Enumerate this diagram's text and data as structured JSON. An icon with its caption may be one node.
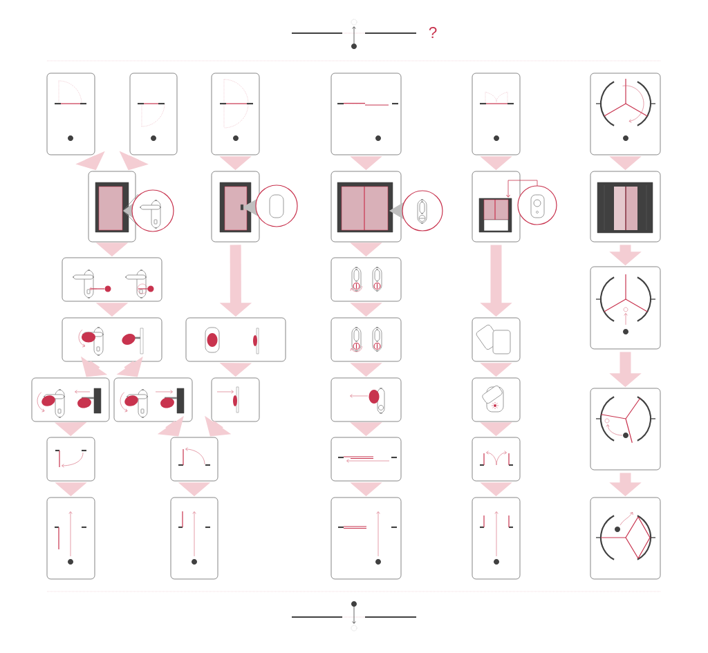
{
  "diagram": {
    "nodes": [
      {
        "text": [],
        "shape": "box"
      },
      {
        "text": [],
        "shape": "box"
      },
      {
        "text": [],
        "shape": "box"
      },
      {
        "text": [],
        "shape": "box"
      },
      {
        "text": [],
        "shape": "box"
      },
      {
        "text": [],
        "shape": "box"
      },
      {
        "text": [],
        "shape": "box"
      },
      {
        "text": [],
        "shape": "box"
      },
      {
        "text": [],
        "shape": "box"
      },
      {
        "text": [],
        "shape": "box"
      },
      {
        "text": [],
        "shape": "box"
      },
      {
        "text": [],
        "shape": "box"
      },
      {
        "text": [],
        "shape": "box"
      },
      {
        "text": [],
        "shape": "box"
      },
      {
        "text": [],
        "shape": "box"
      },
      {
        "text": [],
        "shape": "box"
      },
      {
        "text": [],
        "shape": "box"
      },
      {
        "text": [],
        "shape": "box"
      },
      {
        "text": [],
        "shape": "box"
      },
      {
        "text": [],
        "shape": "box"
      },
      {
        "text": [],
        "shape": "box"
      },
      {
        "text": [],
        "shape": "box"
      },
      {
        "text": [],
        "shape": "box"
      },
      {
        "text": [],
        "shape": "box"
      },
      {
        "text": [],
        "shape": "box"
      },
      {
        "text": [],
        "shape": "box"
      },
      {
        "text": [],
        "shape": "box"
      },
      {
        "text": [],
        "shape": "box"
      },
      {
        "text": [],
        "shape": "box"
      },
      {
        "text": [],
        "shape": "box"
      },
      {
        "text": [],
        "shape": "box"
      },
      {
        "text": [],
        "shape": "box"
      },
      {
        "text": [],
        "shape": "box"
      }
    ],
    "edges": [
      {
        "from": 0,
        "to": 6,
        "arrow": "to"
      },
      {
        "from": 1,
        "to": 6,
        "arrow": "to"
      },
      {
        "from": 2,
        "to": 7,
        "arrow": "to"
      },
      {
        "from": 3,
        "to": 8,
        "arrow": "to"
      },
      {
        "from": 4,
        "to": 9,
        "arrow": "to"
      },
      {
        "from": 5,
        "to": 10,
        "arrow": "to"
      },
      {
        "from": 6,
        "to": 11,
        "arrow": "to"
      },
      {
        "from": 7,
        "to": 15,
        "arrow": "to"
      },
      {
        "from": 8,
        "to": 12,
        "arrow": "to"
      },
      {
        "from": 9,
        "to": 17,
        "arrow": "to"
      },
      {
        "from": 10,
        "to": 13,
        "arrow": "to"
      },
      {
        "from": 11,
        "to": 14,
        "arrow": "to"
      },
      {
        "from": 12,
        "to": 16,
        "arrow": "to"
      },
      {
        "from": 13,
        "to": 23,
        "arrow": "to"
      },
      {
        "from": 14,
        "to": 18,
        "arrow": "to"
      },
      {
        "from": 14,
        "to": 19,
        "arrow": "to"
      },
      {
        "from": 15,
        "to": 20,
        "arrow": "to"
      },
      {
        "from": 16,
        "to": 21,
        "arrow": "to"
      },
      {
        "from": 17,
        "to": 22,
        "arrow": "to"
      },
      {
        "from": 18,
        "to": 24,
        "arrow": "to"
      },
      {
        "from": 19,
        "to": 25,
        "arrow": "to"
      },
      {
        "from": 20,
        "to": 25,
        "arrow": "to"
      },
      {
        "from": 21,
        "to": 26,
        "arrow": "to"
      },
      {
        "from": 22,
        "to": 27,
        "arrow": "to"
      },
      {
        "from": 23,
        "to": 32,
        "arrow": "to"
      },
      {
        "from": 24,
        "to": 28,
        "arrow": "to"
      },
      {
        "from": 25,
        "to": 29,
        "arrow": "to"
      },
      {
        "from": 26,
        "to": 30,
        "arrow": "to"
      },
      {
        "from": 27,
        "to": 31,
        "arrow": "to"
      }
    ],
    "labels": [
      "?"
    ]
  }
}
